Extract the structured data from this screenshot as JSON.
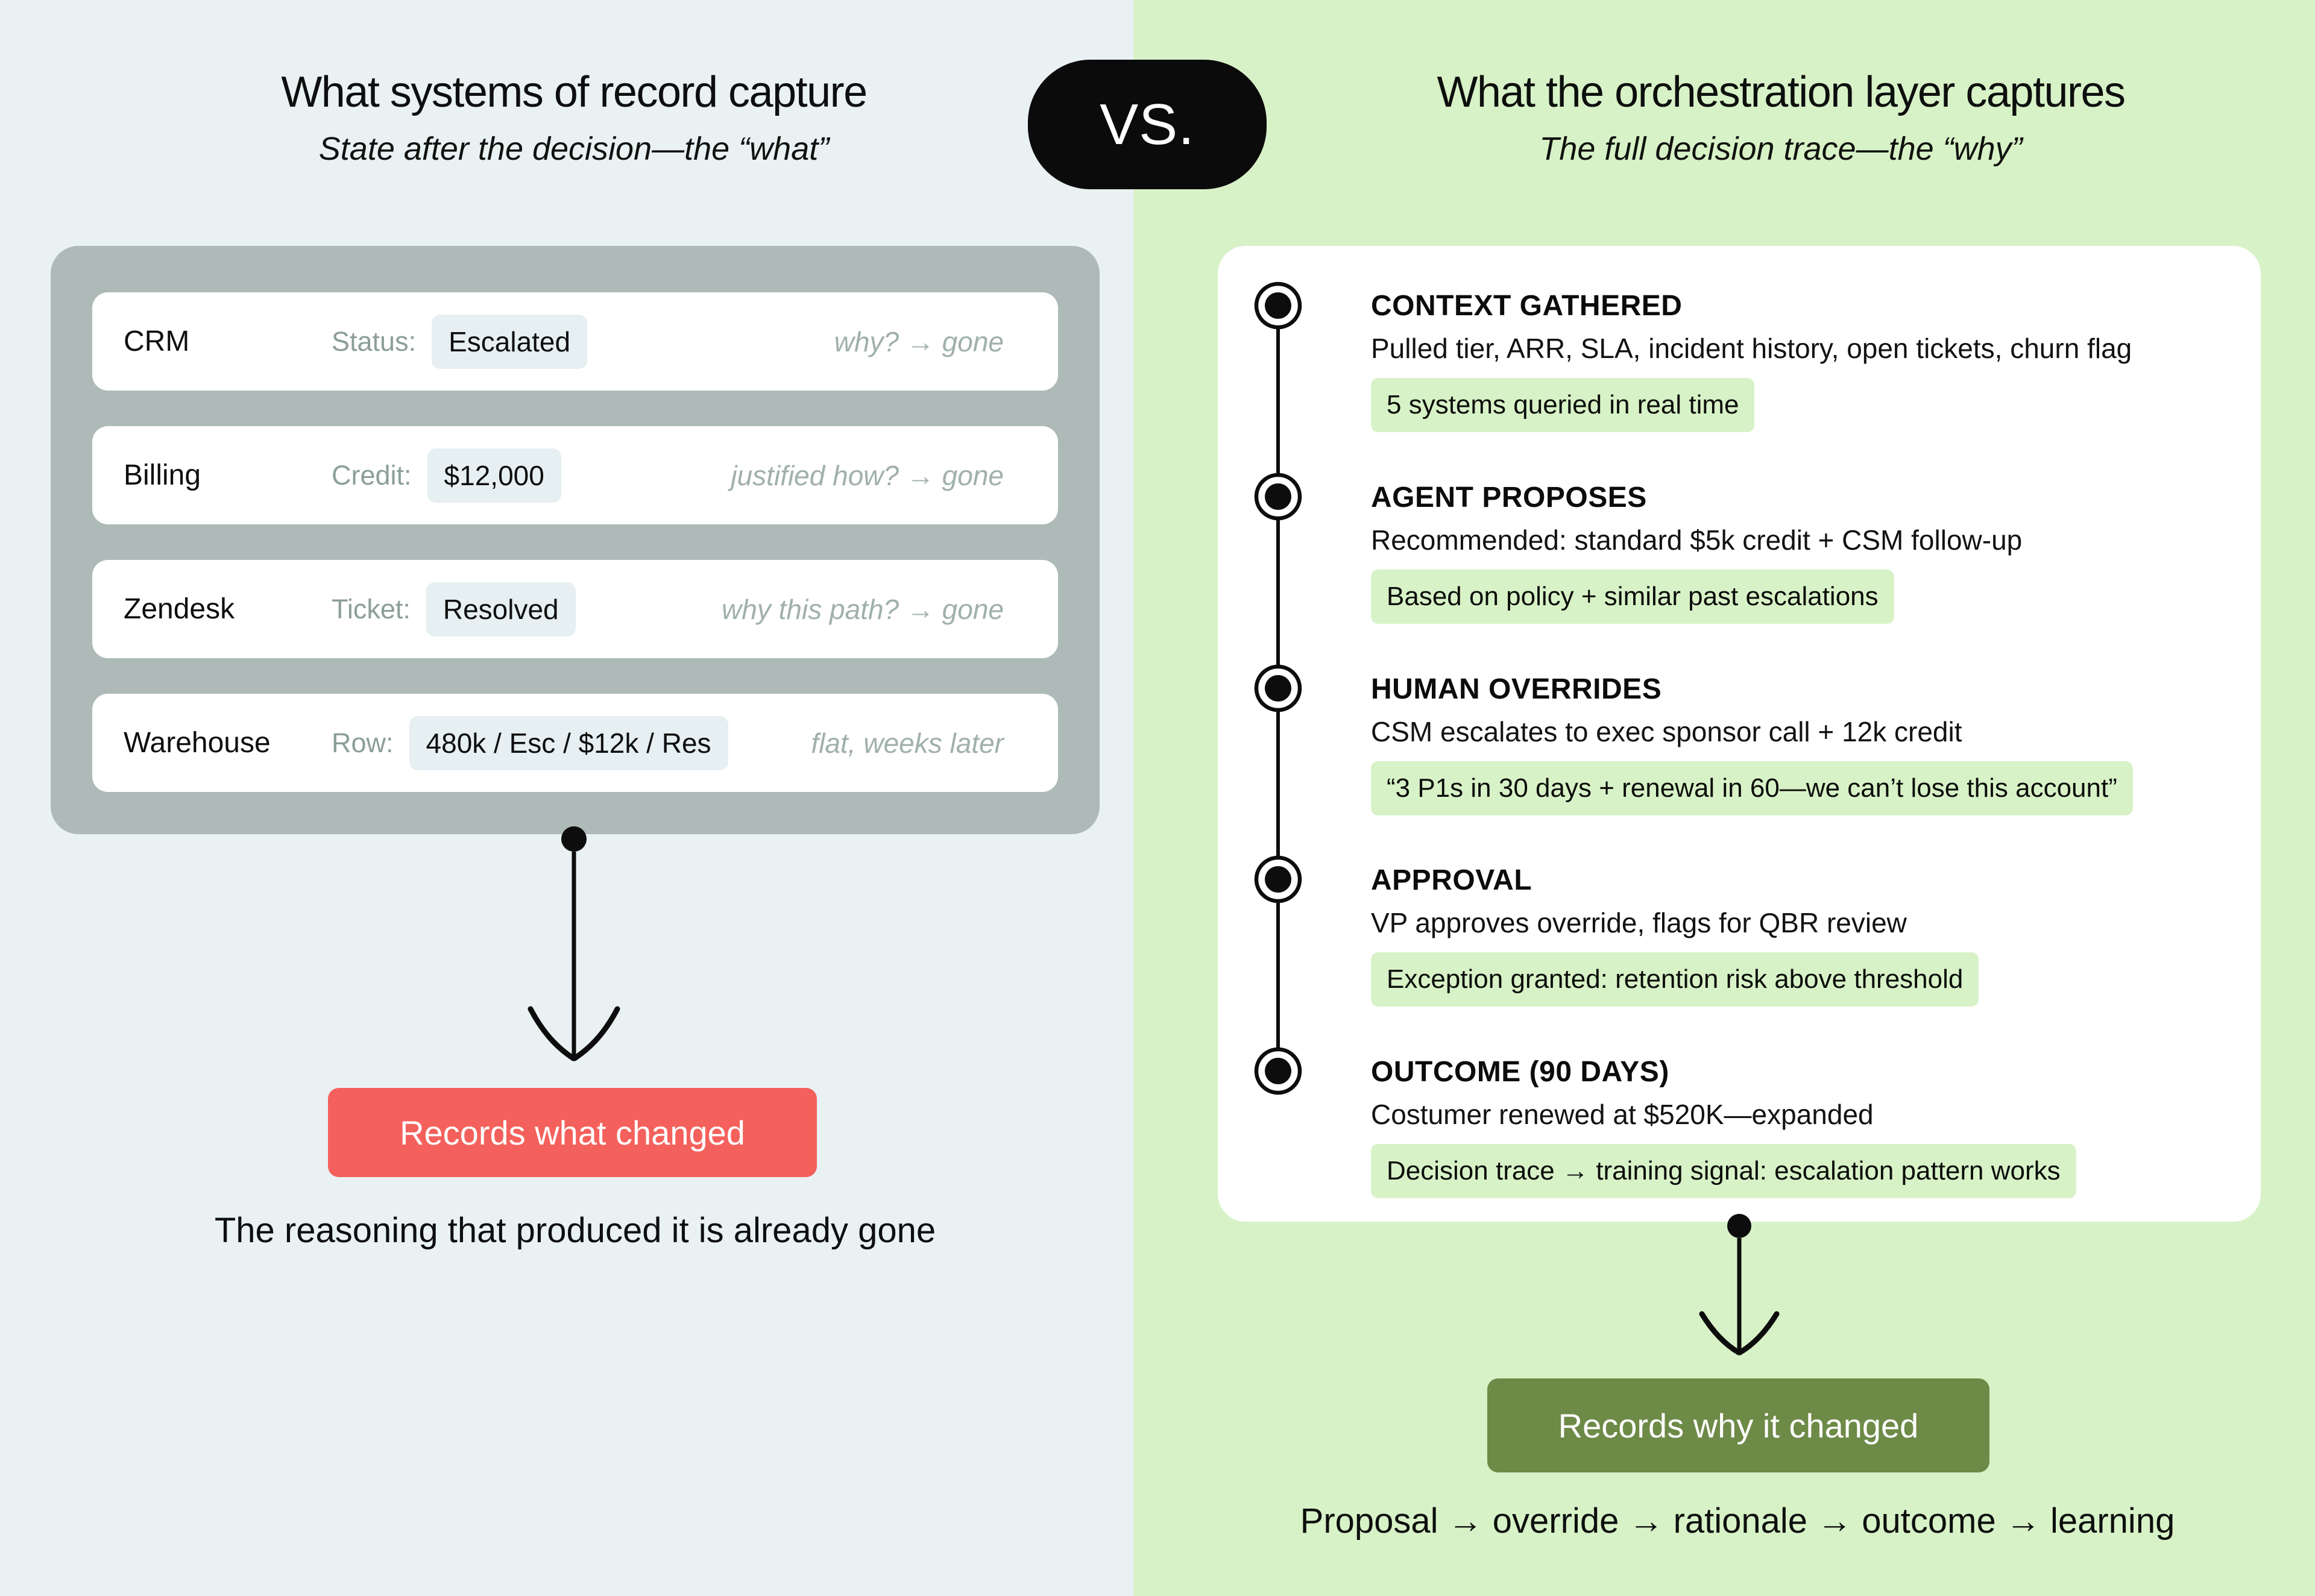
{
  "left": {
    "title": "What systems of record capture",
    "subtitle": "State after the decision—the “what”",
    "rows": [
      {
        "system": "CRM",
        "label": "Status:",
        "value": "Escalated",
        "note": "why? → gone"
      },
      {
        "system": "Billing",
        "label": "Credit:",
        "value": "$12,000",
        "note": "justified how? → gone"
      },
      {
        "system": "Zendesk",
        "label": "Ticket:",
        "value": "Resolved",
        "note": "why this path? → gone"
      },
      {
        "system": "Warehouse",
        "label": "Row:",
        "value": "480k / Esc / $12k / Res",
        "note": "flat, weeks later"
      }
    ],
    "button_label": "Records what changed",
    "caption": "The reasoning that produced it is already gone"
  },
  "vs_label": "VS.",
  "right": {
    "title": "What the orchestration layer captures",
    "subtitle": "The full decision trace—the “why”",
    "steps": [
      {
        "title": "CONTEXT GATHERED",
        "body": "Pulled tier, ARR, SLA, incident history, open tickets, churn flag",
        "chip": "5 systems queried in real time"
      },
      {
        "title": "AGENT PROPOSES",
        "body": "Recommended: standard $5k credit + CSM follow-up",
        "chip": "Based on policy + similar past escalations"
      },
      {
        "title": "HUMAN OVERRIDES",
        "body": "CSM escalates to exec sponsor call + 12k credit",
        "chip": "“3 P1s in 30 days + renewal in 60—we can’t lose this account”"
      },
      {
        "title": "APPROVAL",
        "body": "VP approves override, flags for QBR review",
        "chip": "Exception granted: retention risk above threshold"
      },
      {
        "title": "OUTCOME (90 DAYS)",
        "body": "Costumer renewed at $520K—expanded",
        "chip": "Decision trace → training signal: escalation pattern works"
      }
    ],
    "button_label": "Records why it changed",
    "caption": "Proposal → override → rationale → outcome → learning"
  },
  "colors": {
    "left_background": "#e9f1f3",
    "right_background": "#d8f2c7",
    "panel_grey": "#aebab7",
    "row_chip_blue": "#e6eff1",
    "trace_chip_green": "#d8f2c7",
    "button_red": "#f4615c",
    "button_green": "#6d8a47",
    "pill_black": "#0b0b0b"
  }
}
